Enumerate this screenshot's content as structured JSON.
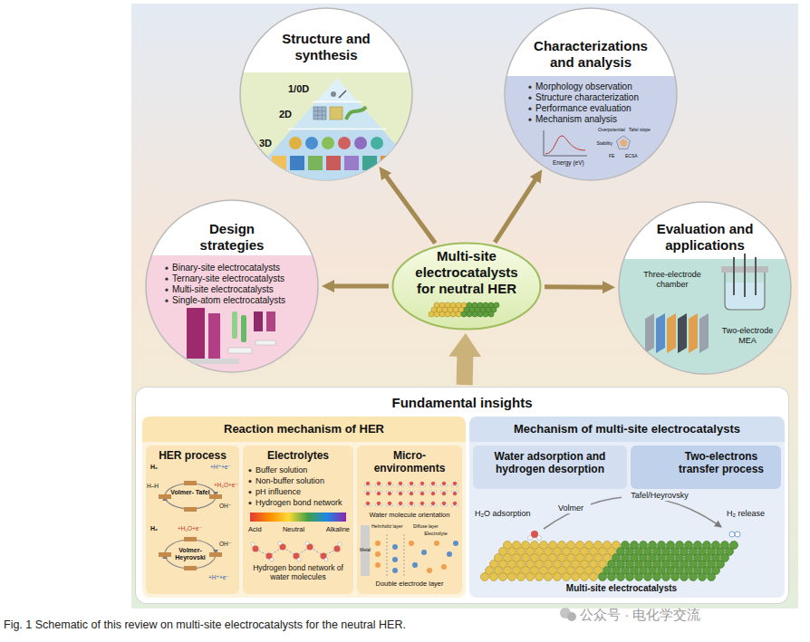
{
  "diagram": {
    "caption": "Fig. 1 Schematic of this review on multi-site electrocatalysts for the neutral HER.",
    "nodes": [
      {
        "text": [
          "Structure and synthesis"
        ]
      },
      {
        "text": [
          "Characterizations and analysis",
          "Morphology observation",
          "Structure characterization",
          "Performance evaluation",
          "Mechanism analysis"
        ]
      },
      {
        "text": [
          "Design strategies",
          "Binary-site electrocatalysts",
          "Ternary-site electrocatalysts",
          "Multi-site electrocatalysts",
          "Single-atom electrocatalysts"
        ]
      },
      {
        "text": [
          "Multi-site electrocatalysts for neutral HER"
        ]
      },
      {
        "text": [
          "Evaluation and applications"
        ]
      },
      {
        "text": [
          "Fundamental insights"
        ]
      },
      {
        "text": [
          "Reaction mechanism of HER"
        ],
        "in": 5
      },
      {
        "text": [
          "HER process"
        ],
        "in": 6
      },
      {
        "text": [
          "Electrolytes",
          "Buffer solution",
          "Non-buffer solution",
          "pH influence",
          "Hydrogen bond network"
        ],
        "in": 6
      },
      {
        "text": [
          "Micro- environments"
        ],
        "in": 6
      },
      {
        "text": [
          "Mechanism of multi-site electrocatalysts"
        ],
        "in": 5
      },
      {
        "text": [
          "Water adsorption and hydrogen desorption"
        ],
        "in": 10
      },
      {
        "text": [
          "Two-electrons transfer process"
        ],
        "in": 10
      }
    ],
    "edges": [
      {
        "from": 3,
        "to": 0,
        "arrow": "to"
      },
      {
        "from": 3,
        "to": 1,
        "arrow": "to"
      },
      {
        "from": 3,
        "to": 2,
        "arrow": "to"
      },
      {
        "from": 3,
        "to": 4,
        "arrow": "to"
      },
      {
        "from": 5,
        "to": 3,
        "arrow": "to"
      }
    ],
    "labels": [
      "1/0D",
      "2D",
      "3D",
      "Energy (eV)",
      "Overpotential",
      "Tafel slope",
      "Stability",
      "FE",
      "ECSA",
      "Three-electrode chamber",
      "Two-electrode MEA",
      "H₂",
      "+H⁺+e⁻",
      "H–H",
      "Volmer- Tafel",
      "+H₂O+e⁻",
      "OH⁻",
      "H₂",
      "+H₂O+e⁻",
      "Volmer- Heyrovski",
      "OH⁻",
      "+H⁺+e⁻",
      "Acid",
      "Neutral",
      "Alkaline",
      "Hydrogen bond network of water molecules",
      "Water molecule orientation",
      "Helmholtz layer",
      "Diffuse layer",
      "Electrolyte",
      "Metal",
      "Double electrode layer",
      "H₂O adsorption",
      "Volmer",
      "Tafel/Heyrovsky",
      "H₂ release",
      "Multi-site electrocatalysts",
      "公众号 · 电化学交流"
    ]
  }
}
